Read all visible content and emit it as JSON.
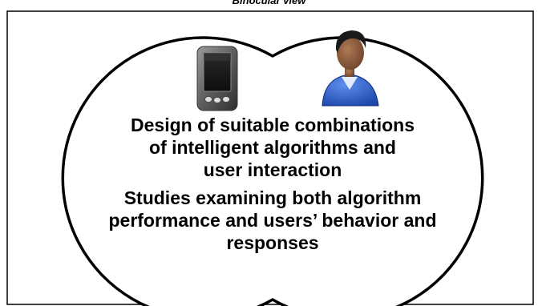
{
  "title": "Binocular view",
  "block_design": {
    "line1": "Design of suitable combinations",
    "line2": "of intelligent algorithms and",
    "line3": "user interaction"
  },
  "block_studies": {
    "line1": "Studies examining both algorithm",
    "line2": "performance and users’ behavior and",
    "line3": "responses"
  },
  "icons": {
    "device": "handheld-device-icon",
    "user": "user-avatar-icon"
  },
  "colors": {
    "outline": "#000000",
    "device_body": "#6f6f6f",
    "user_shirt": "#2b5fc4",
    "user_skin": "#8a5a3c"
  }
}
